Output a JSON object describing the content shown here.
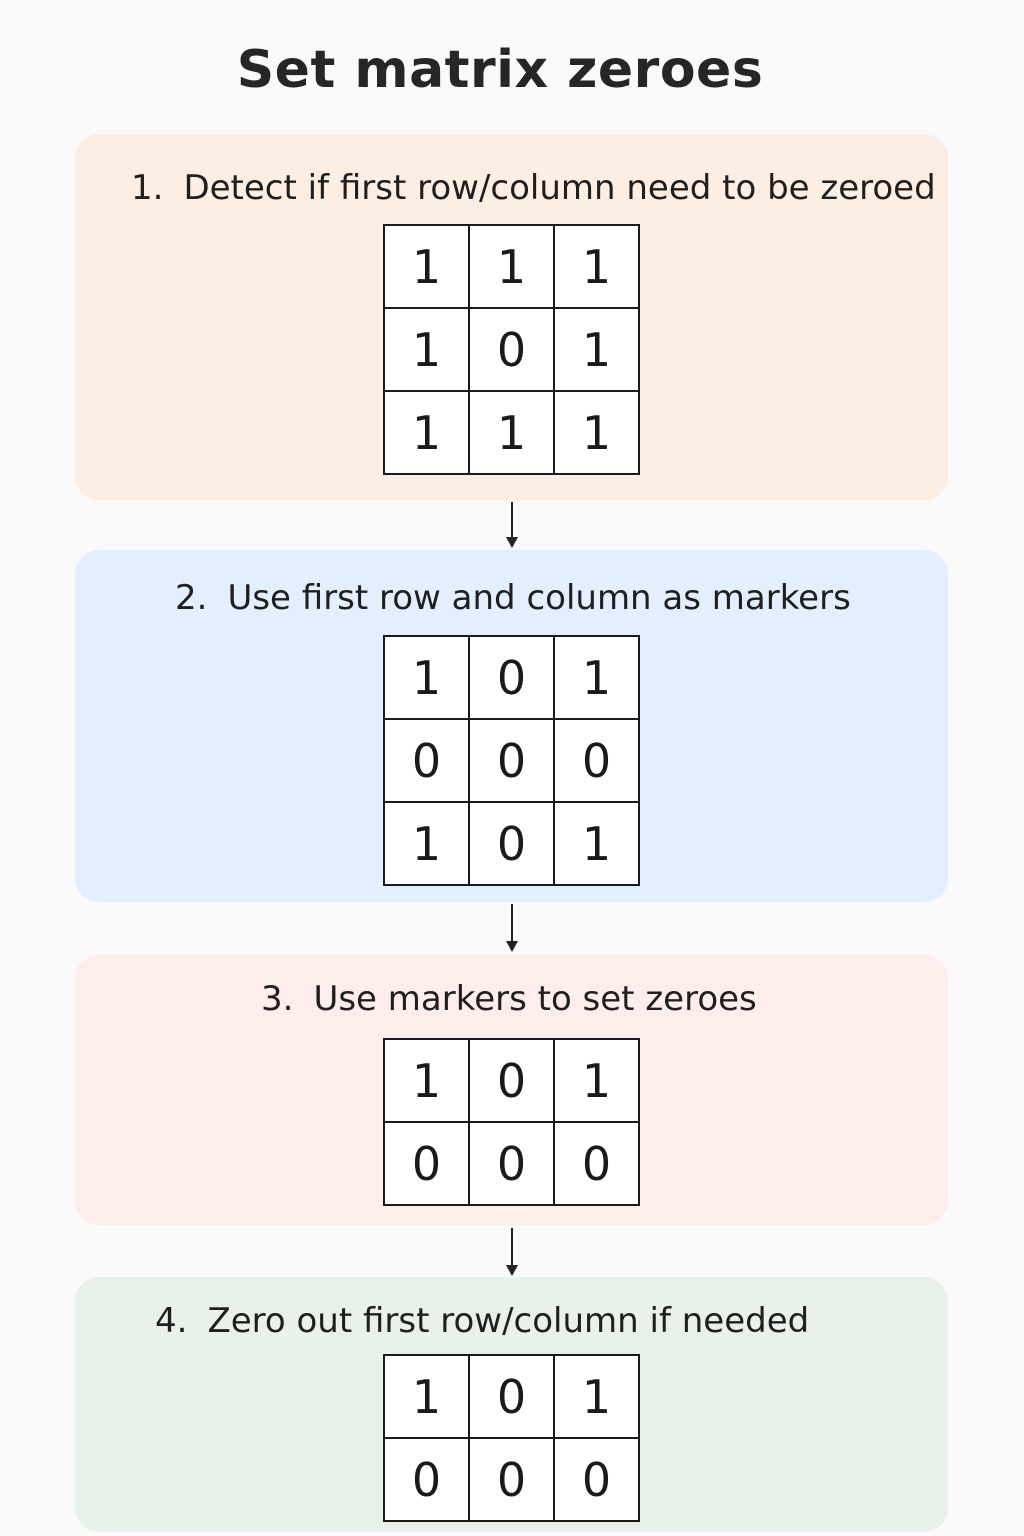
{
  "title": "Set matrix zeroes",
  "colors": {
    "step1_bg": "#fdeee3",
    "step2_bg": "#e3effd",
    "step3_bg": "#fdeeec",
    "step4_bg": "#e9f2ea"
  },
  "steps": [
    {
      "number": "1.",
      "heading": "Detect if first row/column need to be zeroed",
      "matrix": [
        [
          "1",
          "1",
          "1"
        ],
        [
          "1",
          "0",
          "1"
        ],
        [
          "1",
          "1",
          "1"
        ]
      ]
    },
    {
      "number": "2.",
      "heading": "Use first row and column as markers",
      "matrix": [
        [
          "1",
          "0",
          "1"
        ],
        [
          "0",
          "0",
          "0"
        ],
        [
          "1",
          "0",
          "1"
        ]
      ]
    },
    {
      "number": "3.",
      "heading": "Use markers to set zeroes",
      "matrix": [
        [
          "1",
          "0",
          "1"
        ],
        [
          "0",
          "0",
          "0"
        ]
      ]
    },
    {
      "number": "4.",
      "heading": "Zero out first row/column if needed",
      "matrix": [
        [
          "1",
          "0",
          "1"
        ],
        [
          "0",
          "0",
          "0"
        ]
      ]
    }
  ]
}
